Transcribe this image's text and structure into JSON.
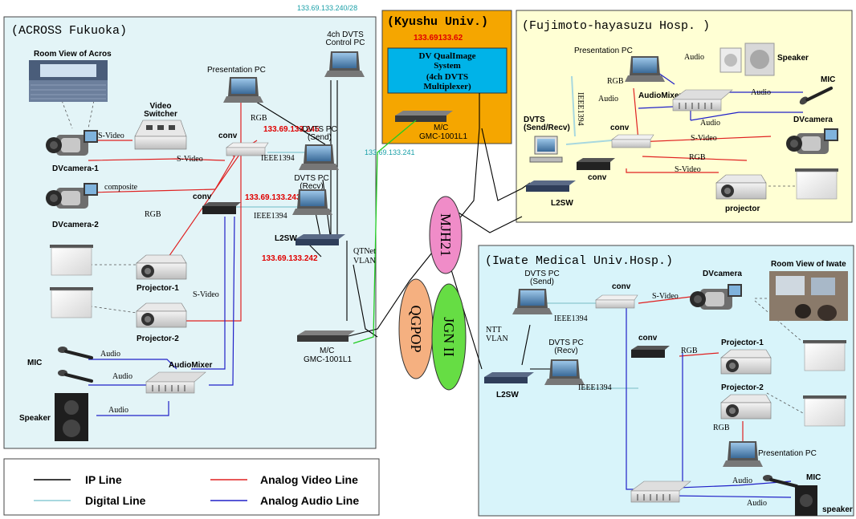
{
  "ip_top": "133.69.133.240/28",
  "regions": {
    "across": {
      "title": "(ACROSS Fukuoka)",
      "room_view": "Room View of Acros",
      "ctrl_pc": [
        "4ch DVTS",
        "Control PC"
      ],
      "presentation_pc": "Presentation PC",
      "video_switcher": [
        "Video",
        "Switcher"
      ],
      "svideo_a": "S-Video",
      "svideo_b": "S-Video",
      "composite": "composite",
      "dvcamera1": "DVcamera-1",
      "dvcamera2": "DVcamera-2",
      "conv1": "conv",
      "conv2": "conv",
      "rgb1": "RGB",
      "rgb2": "RGB",
      "dvts_send": [
        "DVTS PC",
        "(Send)"
      ],
      "ip_send": "133.69.133.245",
      "ieee_a": "IEEE1394",
      "dvts_recv": [
        "DVTS PC",
        "(Recv)"
      ],
      "ip_recv": "133.69.133.243",
      "ieee_b": "IEEE1394",
      "l2sw": "L2SW",
      "ip_l2sw": "133.69.133.242",
      "qtnet": [
        "QTNet",
        "VLAN"
      ],
      "projector1": "Projector-1",
      "projector2": "Projector-2",
      "svideo_c": "S-Video",
      "mic": "MIC",
      "audio1": "Audio",
      "audio2": "Audio",
      "audio3": "Audio",
      "audiomixer": "AudioMixer",
      "speaker": "Speaker",
      "mc": "M/C",
      "gmc": "GMC-1001L1"
    },
    "kyushu": {
      "title": "(Kyushu Univ.)",
      "ip": "133.69133.62",
      "dv_system": [
        "DV QualImage",
        "System",
        "(4ch DVTS",
        "Multiplexer)"
      ],
      "ip_mc": "133.69.133.241",
      "mc": "M/C",
      "gmc": "GMC-1001L1"
    },
    "fujimoto": {
      "title": "(Fujimoto-hayasuzu Hosp. )",
      "presentation_pc": "Presentation PC",
      "audio_a": "Audio",
      "audio_b": "Audio",
      "audio_c": "Audio",
      "audio_d": "Audio",
      "speaker": "Speaker",
      "mic": "MIC",
      "rgb_a": "RGB",
      "rgb_b": "RGB",
      "ieee": "IEEE1394",
      "audiomixer": "AudioMixer",
      "dvts": [
        "DVTS",
        "(Send/Recv)"
      ],
      "conv_a": "conv",
      "conv_b": "conv",
      "svideo_a": "S-Video",
      "svideo_b": "S-Video",
      "dvcamera": "DVcamera",
      "l2sw": "L2SW",
      "projector": "projector"
    },
    "iwate": {
      "title": "(Iwate Medical Univ.Hosp.)",
      "dvts_send": [
        "DVTS PC",
        "(Send)"
      ],
      "conv_a": "conv",
      "svideo": "S-Video",
      "dvcamera": "DVcamera",
      "room_view": "Room View of Iwate",
      "ieee_a": "IEEE1394",
      "ntt": [
        "NTT",
        "VLAN"
      ],
      "dvts_recv": [
        "DVTS PC",
        "(Recv)"
      ],
      "conv_b": "conv",
      "rgb_a": "RGB",
      "projector1": "Projector-1",
      "ieee_b": "IEEE1394",
      "l2sw": "L2SW",
      "projector2": "Projector-2",
      "rgb_b": "RGB",
      "presentation_pc": "Presentation PC",
      "audio_a": "Audio",
      "mic": "MIC",
      "audio_b": "Audio",
      "speaker": "speaker"
    }
  },
  "networks": {
    "mjh21": "MJH21",
    "qgpop": "QGPOP",
    "jgn2": "JGN II"
  },
  "legend": {
    "ip_line": "IP Line",
    "digital_line": "Digital Line",
    "analog_video": "Analog Video Line",
    "analog_audio": "Analog Audio Line"
  },
  "colors": {
    "ip_line": "#000000",
    "digital_line": "#a8d8df",
    "video_line": "#e02020",
    "audio_line": "#2020c8",
    "ethernet_line": "#22cc22",
    "across_bg": "#e3f4f7",
    "kyushu_bg": "#f5a600",
    "kyushu_box": "#00b3e8",
    "fujimoto_bg": "#ffffd4",
    "iwate_bg": "#d8f4fa",
    "mjh_fill": "#f08cc8",
    "qgpop_fill": "#f5b080",
    "jgn_fill": "#66dd44"
  }
}
